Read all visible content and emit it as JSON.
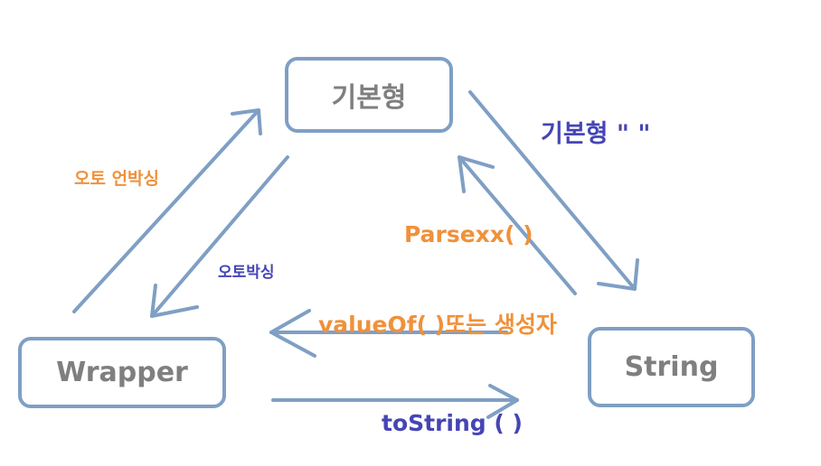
{
  "nodes": {
    "primitive": "기본형",
    "wrapper": "Wrapper",
    "string": "String"
  },
  "labels": {
    "unboxing": "오토 언박싱",
    "boxing": "오토박싱",
    "primitive_to_string": "기본형 \" \"",
    "parse": "Parsexx( )",
    "value_of": "valueOf( )또는 생성자",
    "to_string": "toString ( )"
  },
  "colors": {
    "arrow": "#7f9fc4",
    "node_text": "#7f7f7f",
    "orange_label": "#f0913a",
    "blue_label": "#4545b5"
  }
}
